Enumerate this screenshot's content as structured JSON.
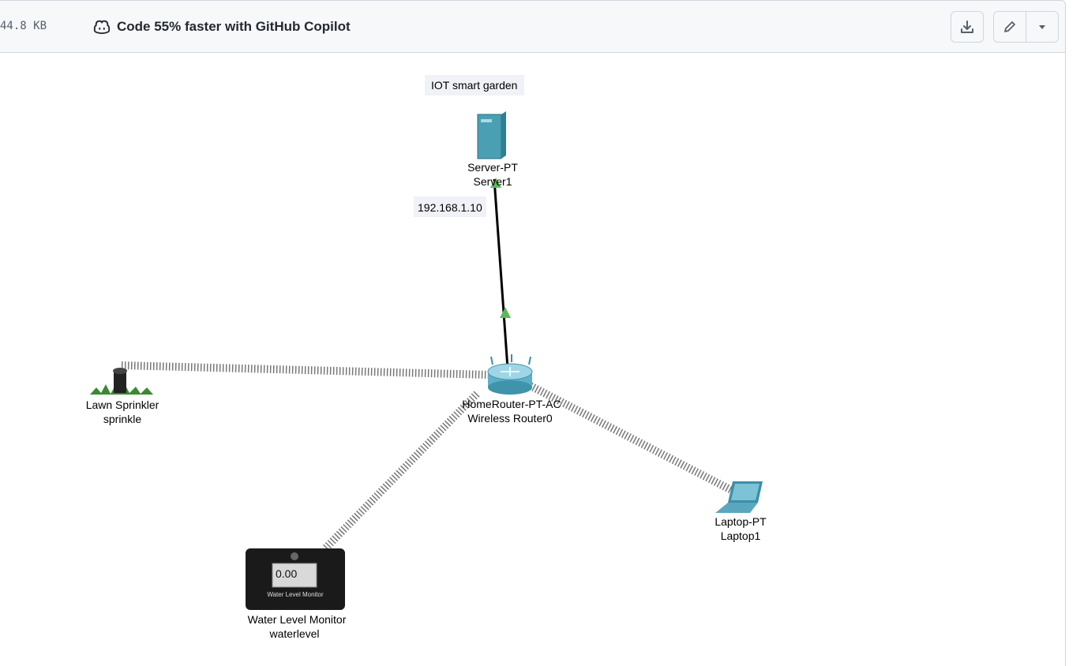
{
  "header": {
    "file_size": "44.8 KB",
    "copilot_icon": "copilot-icon",
    "copilot_text": "Code 55% faster with GitHub Copilot",
    "download_icon": "download-icon",
    "edit_icon": "pencil-icon",
    "more_icon": "caret-down-icon"
  },
  "diagram": {
    "note_title": "IOT smart garden",
    "ip_note": "192.168.1.10",
    "server": {
      "type": "Server-PT",
      "name": "Server1"
    },
    "router": {
      "type": "HomeRouter-PT-AC",
      "name": "Wireless Router0"
    },
    "sprinkler": {
      "type": "Lawn Sprinkler",
      "name": "sprinkle"
    },
    "laptop": {
      "type": "Laptop-PT",
      "name": "Laptop1"
    },
    "water": {
      "type": "Water Level Monitor",
      "name": "waterlevel",
      "reading": "0.00",
      "device_caption": "Water Level Monitor"
    }
  },
  "colors": {
    "link_up": "#5cb85c",
    "wired": "#000000",
    "wireless": "#6b6b6b"
  }
}
